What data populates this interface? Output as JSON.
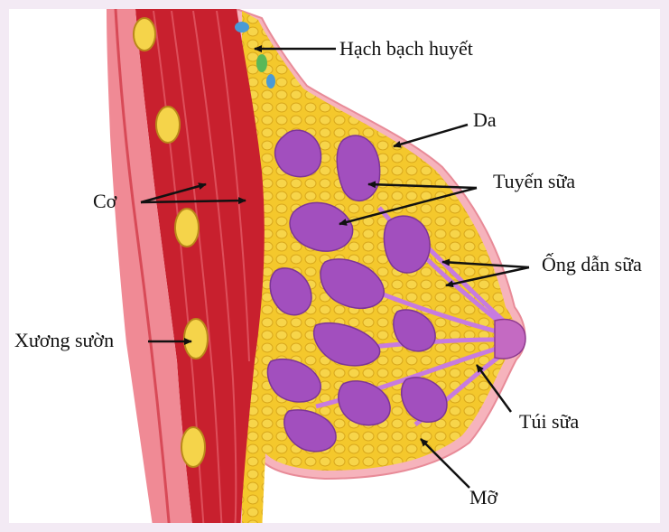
{
  "diagram": {
    "labels": {
      "lymph_node": "Hạch bạch huyết",
      "skin": "Da",
      "muscle": "Cơ",
      "mammary_gland": "Tuyến sữa",
      "milk_duct": "Ống dẫn sữa",
      "rib": "Xương sườn",
      "milk_sac": "Túi sữa",
      "fat": "Mỡ"
    },
    "colors": {
      "muscle": "#c8202e",
      "muscle_light": "#e0505a",
      "fat": "#f2c629",
      "fat_dark": "#d9a81c",
      "gland": "#a24fbe",
      "gland_light": "#c77be0",
      "skin": "#f2a7b0",
      "rib_bone": "#f5d44a",
      "arrow": "#111111"
    }
  }
}
